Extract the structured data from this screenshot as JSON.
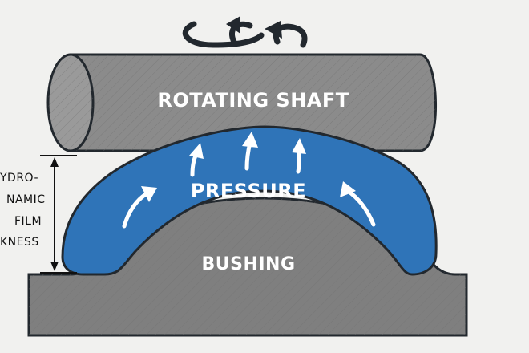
{
  "labels": {
    "shaft": "ROTATING SHAFT",
    "pressure": "PRESSURE",
    "bushing": "BUSHING"
  },
  "film_thickness_label": [
    "YDRO-",
    "NAMIC",
    "FILM",
    "KNESS"
  ],
  "icons": {
    "rotation": "counterclockwise-rotation-arrows-icon",
    "pressure": "pressure-arrow-icon"
  },
  "colors": {
    "background": "#f1f1ef",
    "shaft": "#8b8b8b",
    "bushing": "#7f7f7f",
    "film": "#2f74b8",
    "outline": "#22282e"
  }
}
